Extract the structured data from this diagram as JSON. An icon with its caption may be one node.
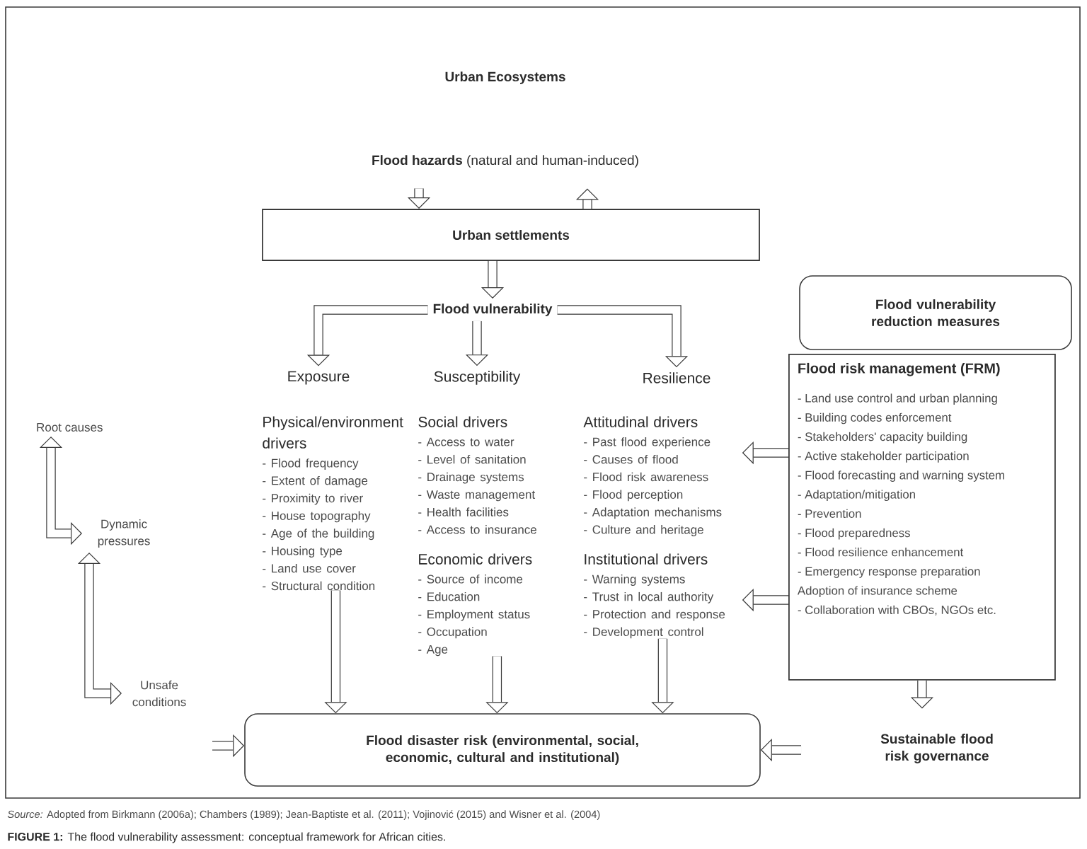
{
  "diagram": {
    "title": "Urban Ecosystems",
    "caption": "**FIGURE 1:** The flood vulnerability assessment: conceptual framework for African cities.",
    "nodes": [
      {
        "text": [
          "**Flood hazards** (natural and human-induced)"
        ]
      },
      {
        "text": [
          "Urban settlements"
        ]
      },
      {
        "text": [
          "Flood vulnerability"
        ]
      },
      {
        "text": [
          "Exposure"
        ]
      },
      {
        "text": [
          "Susceptibility"
        ]
      },
      {
        "text": [
          "Resilience"
        ]
      },
      {
        "text": [
          "Physical/environment drivers",
          "- Flood frequency",
          "- Extent of damage",
          "- Proximity to river",
          "- House topography",
          "- Age of the building",
          "- Housing type",
          "- Land use cover",
          "- Structural condition"
        ]
      },
      {
        "text": [
          "Social drivers",
          "- Access to water",
          "- Level of sanitation",
          "- Drainage systems",
          "- Waste management",
          "- Health facilities",
          "- Access to insurance"
        ]
      },
      {
        "text": [
          "Economic drivers",
          "- Source of income",
          "- Education",
          "- Employment status",
          "- Occupation",
          "- Age"
        ]
      },
      {
        "text": [
          "Attitudinal drivers",
          "- Past flood experience",
          "- Causes of flood",
          "- Flood risk awareness",
          "- Flood perception",
          "- Adaptation mechanisms",
          "- Culture and heritage"
        ]
      },
      {
        "text": [
          "Institutional drivers",
          "- Warning systems",
          "- Trust in local authority",
          "- Protection and response",
          "- Development control"
        ]
      },
      {
        "text": [
          "Flood vulnerability reduction measures"
        ]
      },
      {
        "text": [
          "Flood risk management (FRM)",
          "- Land use control and urban planning",
          "- Building codes enforcement",
          "- Stakeholders' capacity building",
          "- Active stakeholder participation",
          "- Flood forecasting and warning system",
          "- Adaptation/mitigation",
          "- Prevention",
          "- Flood preparedness",
          "- Flood resilience enhancement",
          "- Emergency response preparation",
          "Adoption of insurance scheme",
          "- Collaboration with CBOs, NGOs etc."
        ]
      },
      {
        "text": [
          "Sustainable flood risk governance"
        ]
      },
      {
        "text": [
          "Flood disaster risk (environmental, social, economic, cultural and institutional)"
        ]
      },
      {
        "text": [
          "Root causes"
        ]
      },
      {
        "text": [
          "Dynamic pressures"
        ]
      },
      {
        "text": [
          "Unsafe conditions"
        ]
      }
    ],
    "edges": [
      {
        "from": 0,
        "to": 1,
        "arrow": "to"
      },
      {
        "from": 1,
        "to": 0,
        "arrow": "to"
      },
      {
        "from": 1,
        "to": 2,
        "arrow": "to"
      },
      {
        "from": 2,
        "to": 3,
        "arrow": "to"
      },
      {
        "from": 2,
        "to": 4,
        "arrow": "to"
      },
      {
        "from": 2,
        "to": 5,
        "arrow": "to"
      },
      {
        "from": 6,
        "to": 14,
        "arrow": "to"
      },
      {
        "from": 8,
        "to": 14,
        "arrow": "to"
      },
      {
        "from": 10,
        "to": 14,
        "arrow": "to"
      },
      {
        "from": 12,
        "to": 9,
        "arrow": "to"
      },
      {
        "from": 12,
        "to": 10,
        "arrow": "to"
      },
      {
        "from": 12,
        "to": 13,
        "arrow": "to"
      },
      {
        "from": null,
        "to": 14,
        "arrow": "to"
      },
      {
        "from": null,
        "to": 14,
        "arrow": "to"
      },
      {
        "from": 15,
        "to": 16,
        "arrow": "both"
      },
      {
        "from": 16,
        "to": 17,
        "arrow": "both"
      }
    ],
    "labels": [
      "*Source:* Adopted from Birkmann (2006a); Chambers (1989); Jean-Baptiste et al. (2011); Vojinović (2015) and Wisner et al. (2004)"
    ]
  }
}
